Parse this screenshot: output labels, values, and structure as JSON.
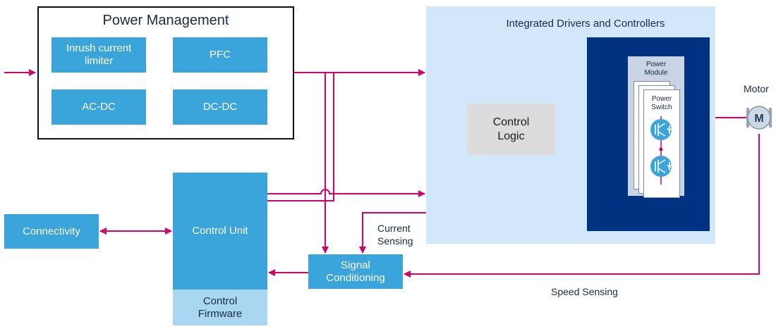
{
  "colors": {
    "accent_block": "#3aa5da",
    "light_block": "#a9d7f1",
    "panel": "#d3e7fb",
    "dark_panel": "#003282",
    "control_logic": "#dcdcdc",
    "wire": "#d4006e",
    "text_dark": "#1a2b45"
  },
  "power_management": {
    "title": "Power Management",
    "blocks": [
      "Inrush current\nlimiter",
      "PFC",
      "AC-DC",
      "DC-DC"
    ]
  },
  "drivers": {
    "title": "Integrated Drivers and Controllers",
    "control_logic": "Control\nLogic",
    "power_module": "Power\nModule",
    "power_switch": "Power\nSwitch",
    "icons": [
      "igbt-transistor-icon",
      "igbt-transistor-icon"
    ]
  },
  "motor": {
    "label": "Motor",
    "symbol": "M"
  },
  "connectivity": "Connectivity",
  "control_unit": "Control Unit",
  "control_firmware": "Control\nFirmware",
  "signal_conditioning": "Signal\nConditioning",
  "labels": {
    "current_sensing": "Current\nSensing",
    "speed_sensing": "Speed Sensing"
  }
}
